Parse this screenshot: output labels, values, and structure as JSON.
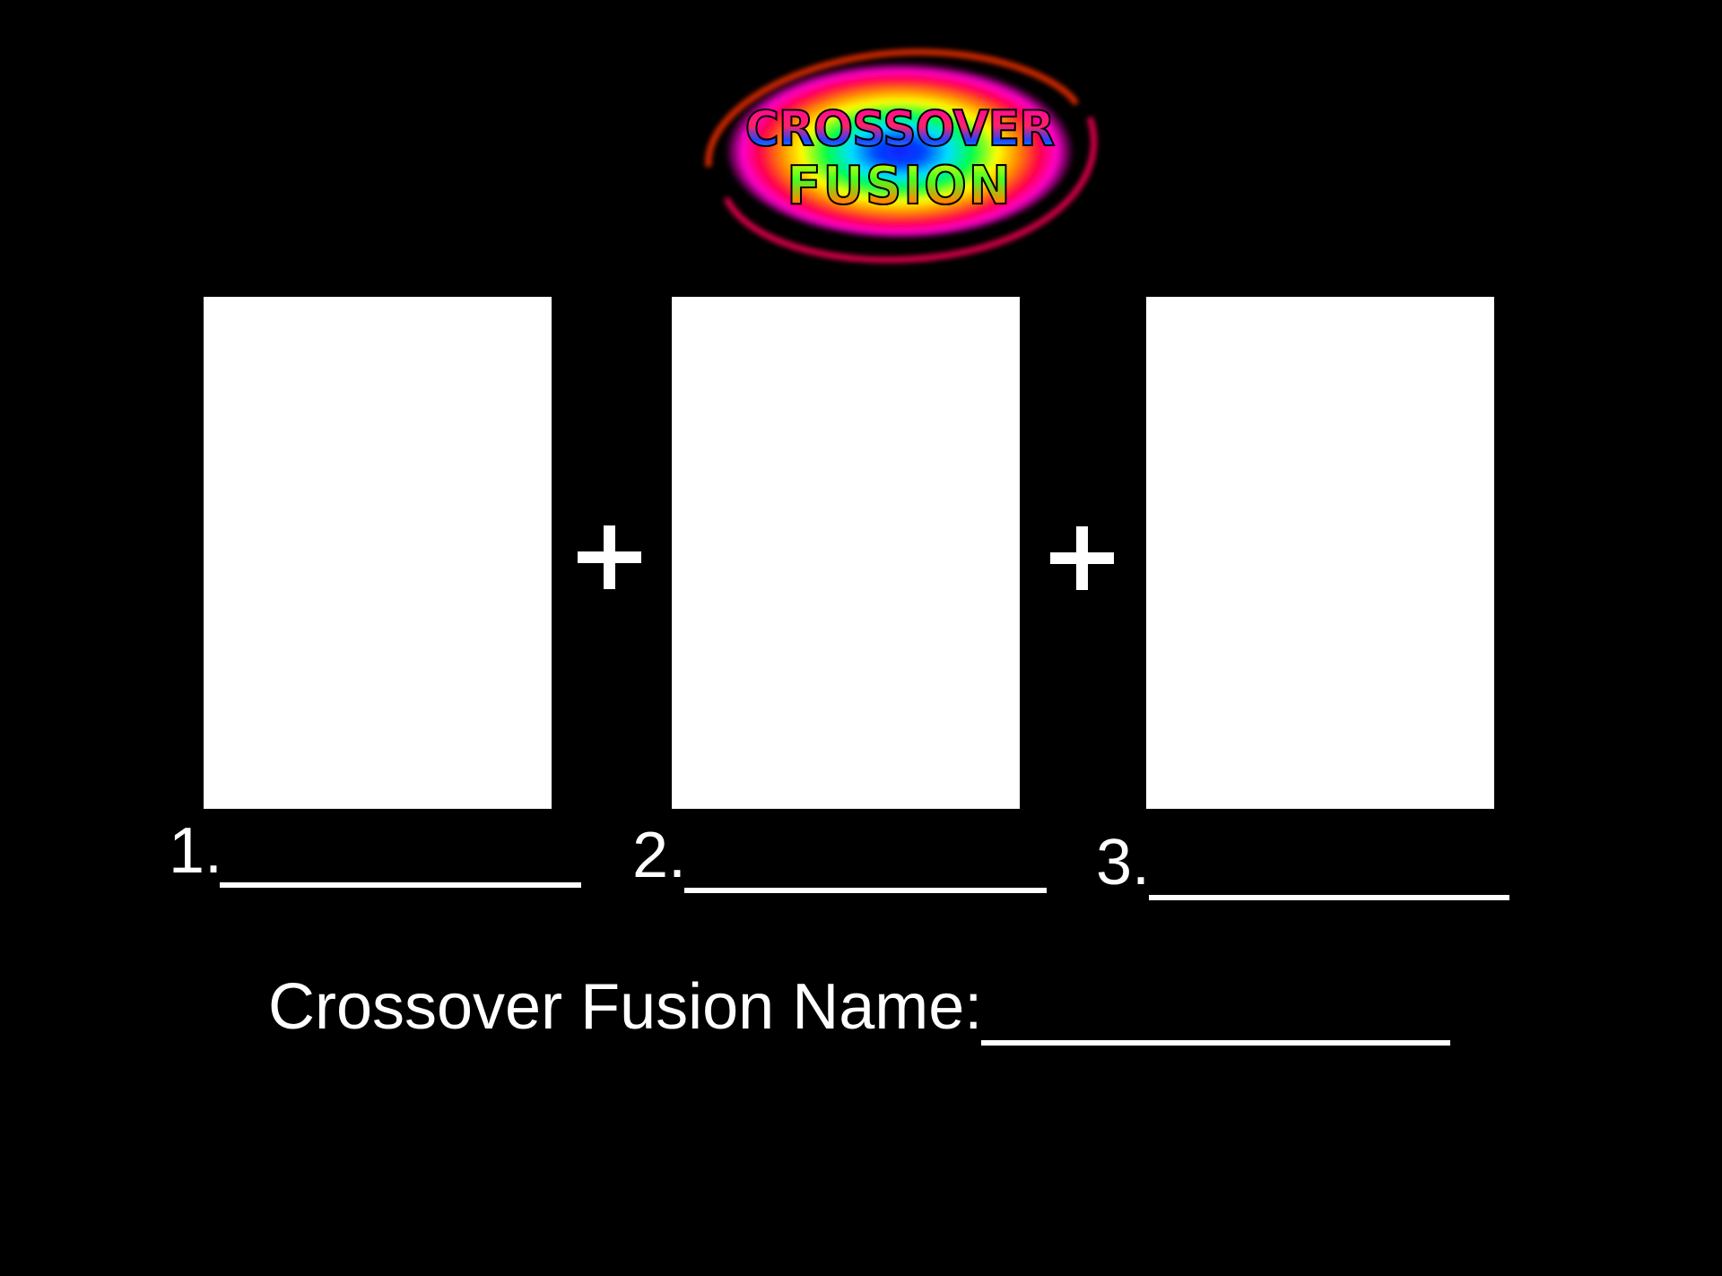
{
  "logo": {
    "line1": "CROSSOVER",
    "line2": "FUSION",
    "colors": [
      "#ff0000",
      "#ff8800",
      "#ffff00",
      "#00ff44",
      "#00ffff",
      "#0033ff",
      "#ff00cc"
    ]
  },
  "panels": [
    {
      "number": "1.",
      "value": ""
    },
    {
      "number": "2.",
      "value": ""
    },
    {
      "number": "3.",
      "value": ""
    }
  ],
  "operators": [
    "+",
    "+"
  ],
  "fusion_name": {
    "label": "Crossover Fusion Name:",
    "value": ""
  },
  "colors": {
    "background": "#000000",
    "panel": "#ffffff",
    "text": "#ffffff"
  }
}
